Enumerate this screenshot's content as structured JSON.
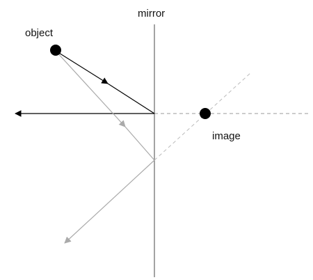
{
  "labels": {
    "mirror": "mirror",
    "object": "object",
    "image": "image"
  },
  "colors": {
    "background": "#ffffff",
    "primary_ray": "#000000",
    "secondary_ray": "#aaaaaa",
    "mirror_line": "#666666",
    "virtual_extension": "#999999",
    "points": "#000000"
  },
  "elements": {
    "mirror": "plane mirror (vertical line)",
    "object_point": "filled circle",
    "image_point": "filled circle",
    "incident_ray_1": "solid black arrow",
    "reflected_ray_1": "solid black arrow",
    "incident_ray_2": "solid gray arrow",
    "reflected_ray_2": "solid gray arrow",
    "virtual_ray_1": "dashed gray line",
    "virtual_ray_2": "dashed gray line"
  }
}
